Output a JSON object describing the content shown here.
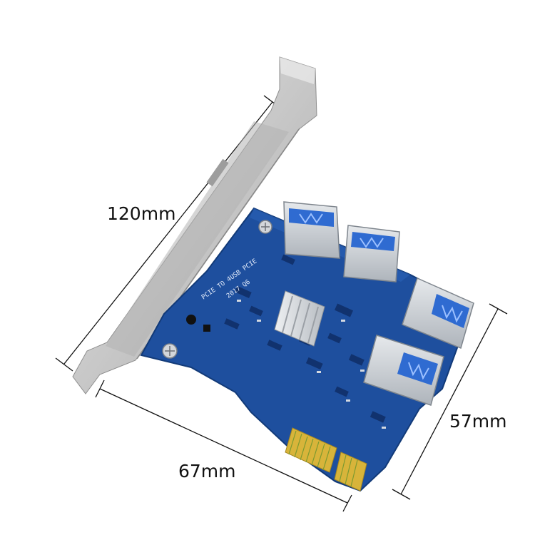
{
  "dimensions": {
    "height": "120mm",
    "length": "67mm",
    "depth": "57mm"
  },
  "board_silkscreen": {
    "line1": "PCIE TO 4USB PCIE",
    "line2": "2017 Q6"
  },
  "colors": {
    "pcb": "#1e4f9e",
    "pcb_dark": "#173f82",
    "bracket": "#c9c9c9",
    "usb_port": "#c7ccd2",
    "usb_tongue": "#2f6bd1",
    "gold_contacts": "#d8b43a",
    "heatsink": "#d5d8dc"
  },
  "icons": [
    "usb-port-icon",
    "heatsink-icon",
    "screw-icon"
  ]
}
